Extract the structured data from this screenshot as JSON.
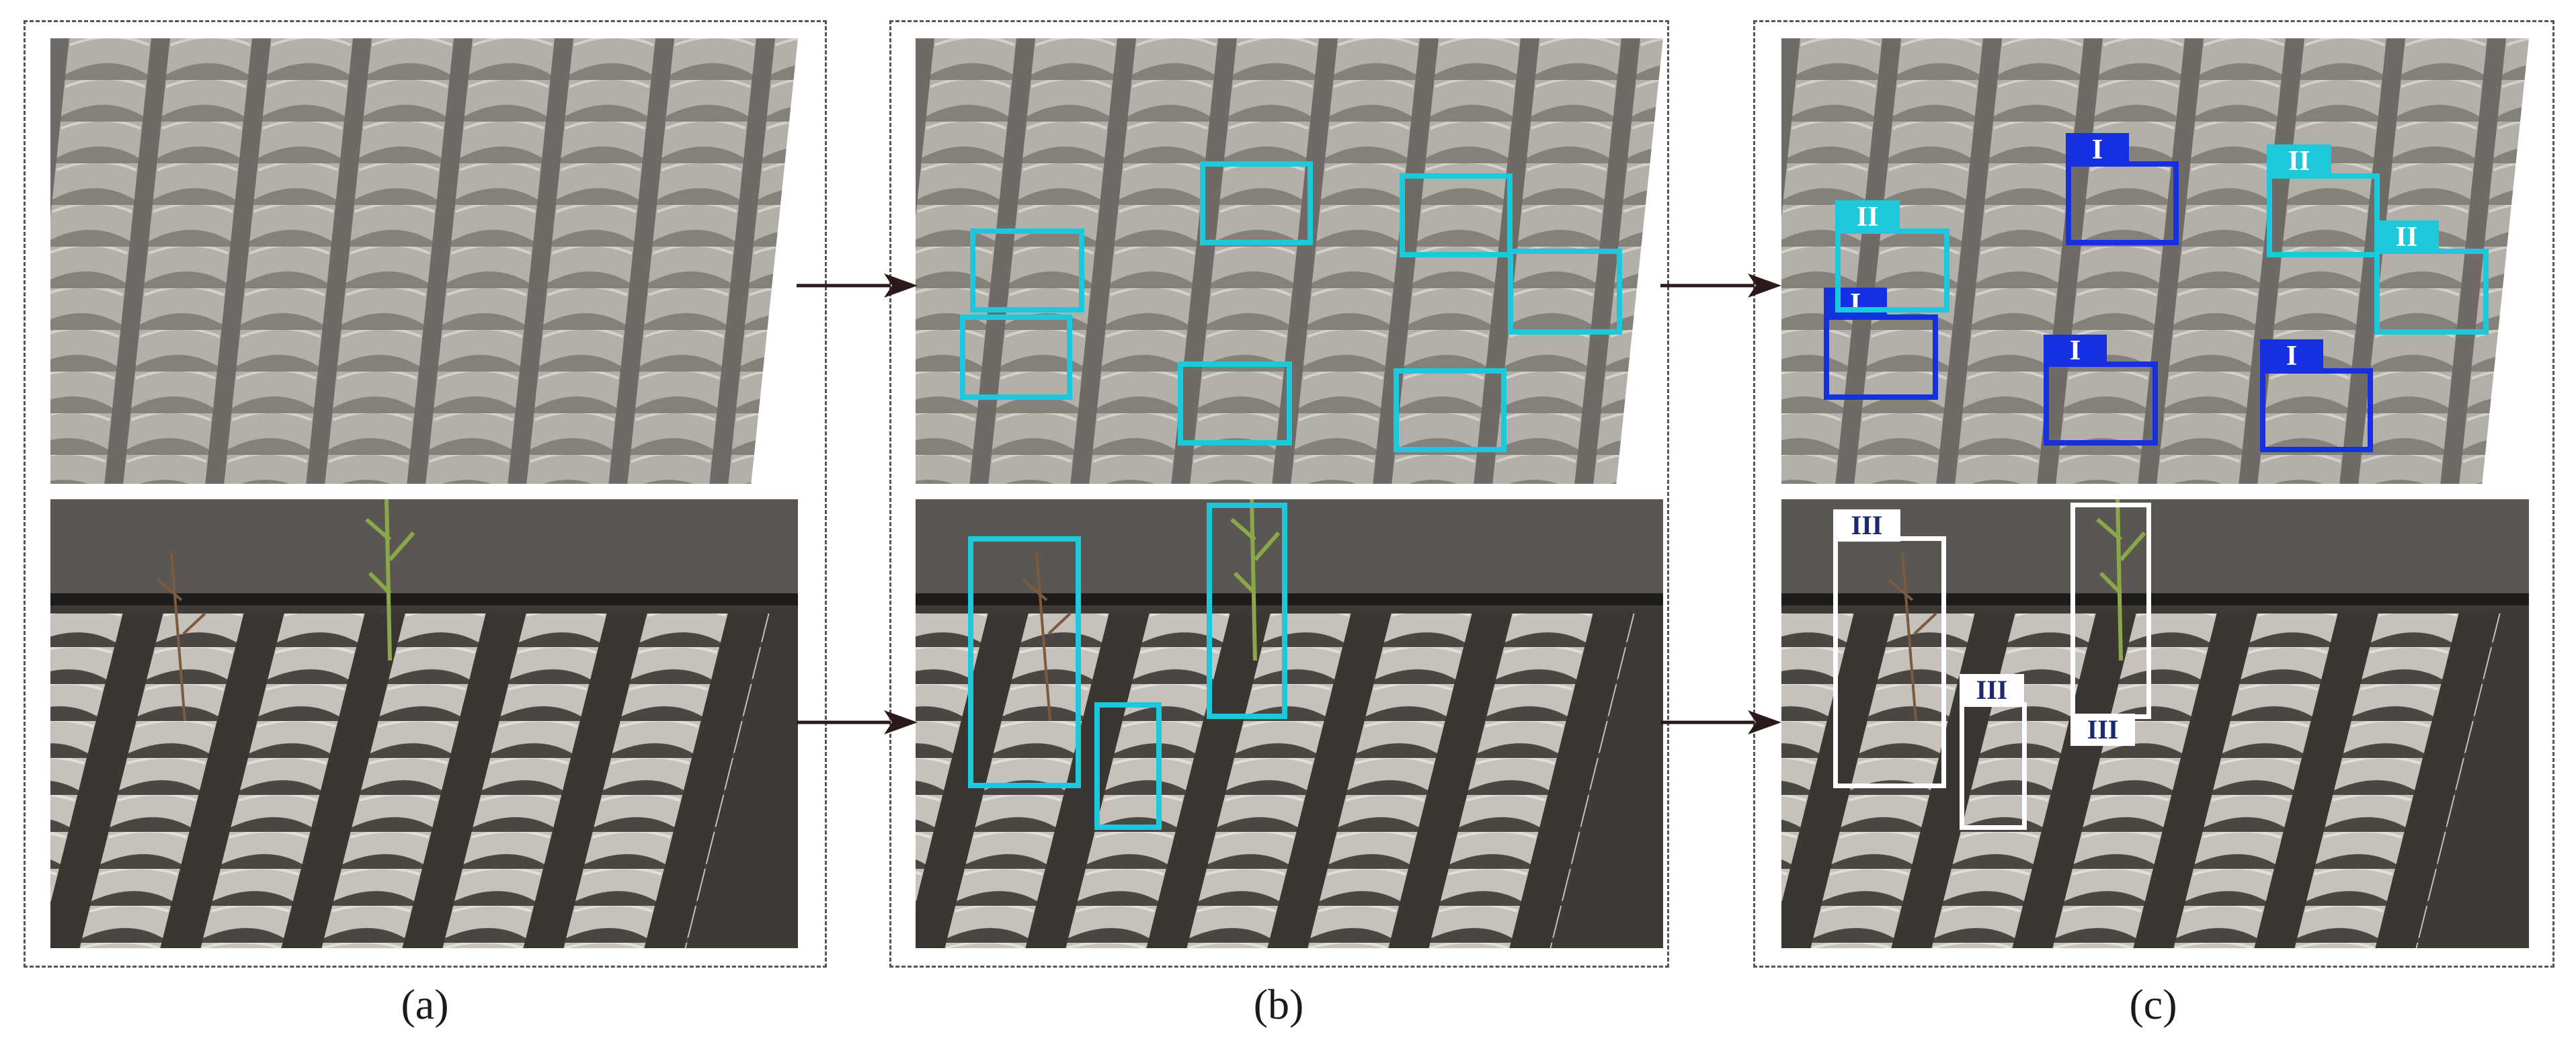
{
  "captions": {
    "a": "(a)",
    "b": "(b)",
    "c": "(c)"
  },
  "labels": {
    "I": "I",
    "II": "II",
    "III": "III"
  },
  "colors": {
    "detected": "#1ec8dc",
    "class_i": "#1430e0",
    "class_ii": "#1ec8dc",
    "class_iii": "#ffffff",
    "arrow": "#2a1a1a"
  }
}
